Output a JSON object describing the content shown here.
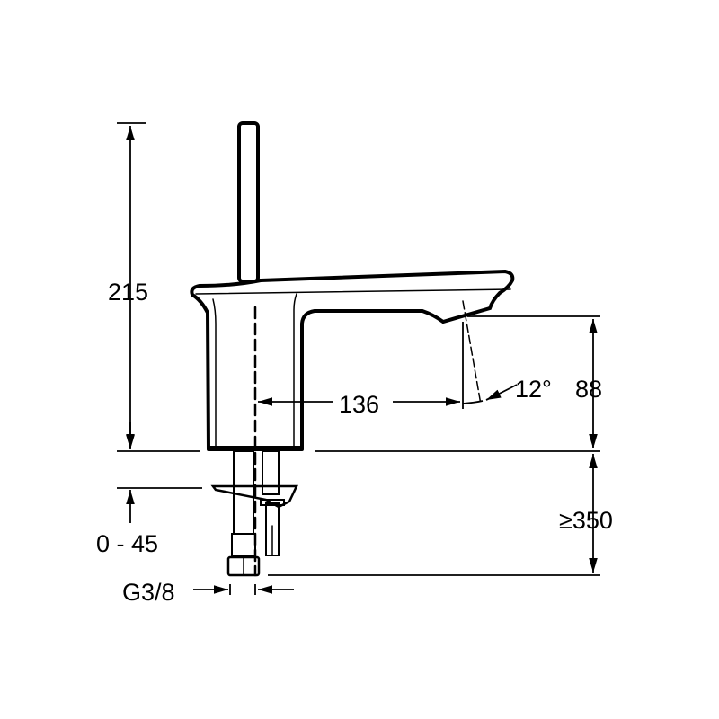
{
  "drawing": {
    "dimensions": {
      "total_height": "215",
      "spout_reach": "136",
      "spout_angle": "12°",
      "spout_height": "88",
      "min_deck_clearance": "≥350",
      "deck_thickness": "0 - 45",
      "connection_thread": "G3/8"
    },
    "colors": {
      "line": "#000000",
      "background": "#ffffff"
    }
  }
}
